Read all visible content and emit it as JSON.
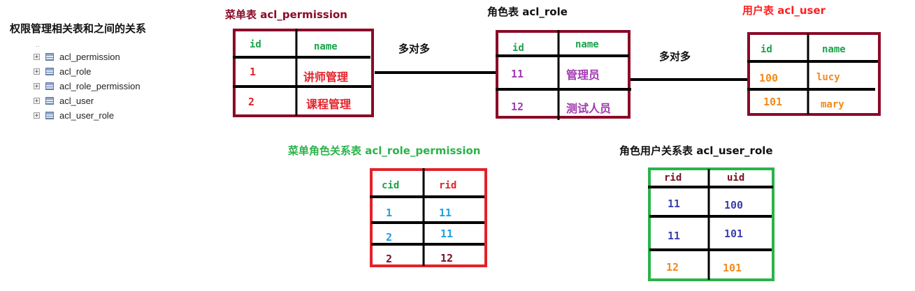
{
  "page": {
    "title": "权限管理相关表和之间的关系"
  },
  "tree": {
    "items": [
      {
        "label": "acl_permission"
      },
      {
        "label": "acl_role"
      },
      {
        "label": "acl_role_permission"
      },
      {
        "label": "acl_user"
      },
      {
        "label": "acl_user_role"
      }
    ]
  },
  "relations": {
    "perm_role": "多对多",
    "role_user": "多对多"
  },
  "tables": {
    "permission": {
      "title": "菜单表 acl_permission",
      "color": "#8b0a28",
      "headers": [
        "id",
        "name"
      ],
      "rows": [
        [
          "1",
          "讲师管理"
        ],
        [
          "2",
          "课程管理"
        ]
      ]
    },
    "role": {
      "title": "角色表 acl_role",
      "color": "#8b0a28",
      "headers": [
        "id",
        "name"
      ],
      "rows": [
        [
          "11",
          "管理员"
        ],
        [
          "12",
          "测试人员"
        ]
      ]
    },
    "user": {
      "title": "用户表 acl_user",
      "color": "#8b0a28",
      "headers": [
        "id",
        "name"
      ],
      "rows": [
        [
          "100",
          "lucy"
        ],
        [
          "101",
          "mary"
        ]
      ]
    },
    "role_permission": {
      "title": "菜单角色关系表 acl_role_permission",
      "color": "#e32229",
      "headers": [
        "cid",
        "rid"
      ],
      "rows": [
        [
          "1",
          "11"
        ],
        [
          "2",
          "11"
        ],
        [
          "2",
          "12"
        ]
      ]
    },
    "user_role": {
      "title": "角色用户关系表 acl_user_role",
      "color": "#2bb34a",
      "headers": [
        "rid",
        "uid"
      ],
      "rows": [
        [
          "11",
          "100"
        ],
        [
          "11",
          "101"
        ],
        [
          "12",
          "101"
        ]
      ]
    }
  }
}
